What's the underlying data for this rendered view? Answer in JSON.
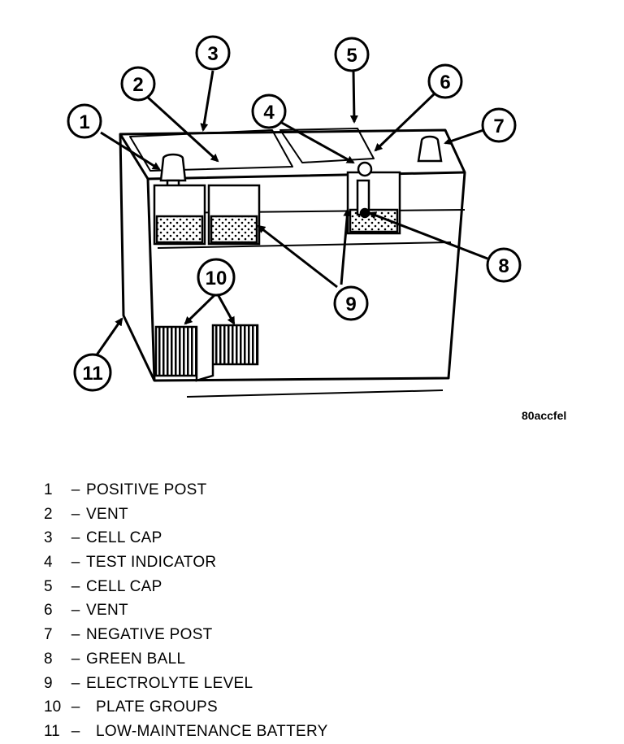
{
  "figure": {
    "code": "80accfel",
    "callouts": [
      "1",
      "2",
      "3",
      "4",
      "5",
      "6",
      "7",
      "8",
      "9",
      "10",
      "11"
    ]
  },
  "legend": [
    {
      "num": "1",
      "dash": "–",
      "label": "POSITIVE POST"
    },
    {
      "num": "2",
      "dash": "–",
      "label": "VENT"
    },
    {
      "num": "3",
      "dash": "–",
      "label": "CELL CAP"
    },
    {
      "num": "4",
      "dash": "–",
      "label": "TEST INDICATOR"
    },
    {
      "num": "5",
      "dash": "–",
      "label": "CELL CAP"
    },
    {
      "num": "6",
      "dash": "–",
      "label": "VENT"
    },
    {
      "num": "7",
      "dash": "–",
      "label": "NEGATIVE POST"
    },
    {
      "num": "8",
      "dash": "–",
      "label": "GREEN BALL"
    },
    {
      "num": "9",
      "dash": "–",
      "label": "ELECTROLYTE LEVEL"
    },
    {
      "num": "10",
      "dash": "–",
      "label": "PLATE GROUPS"
    },
    {
      "num": "11",
      "dash": "–",
      "label": "LOW-MAINTENANCE BATTERY"
    }
  ]
}
